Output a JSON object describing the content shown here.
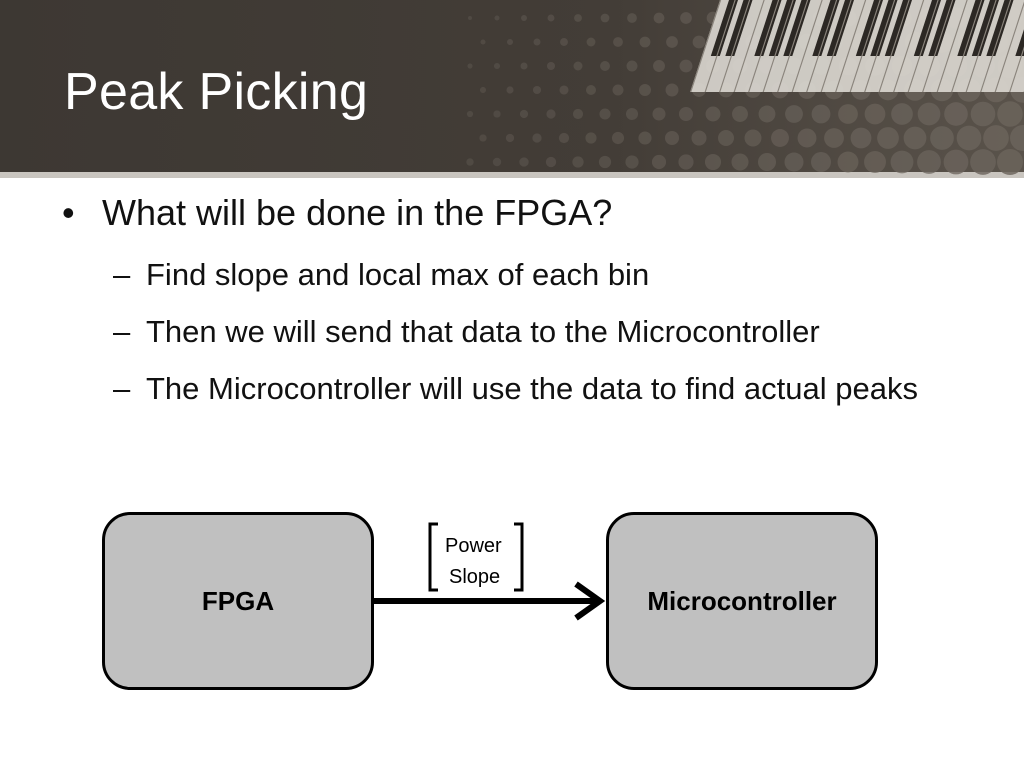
{
  "slide": {
    "title": "Peak Picking",
    "bullet_main": "What will be done in the FPGA?",
    "sub_bullets": [
      "Find slope and local max of each bin",
      "Then we will send that data to the Microcontroller",
      "The Microcontroller will use the data to find actual peaks"
    ]
  },
  "diagram": {
    "source": "FPGA",
    "target": "Microcontroller",
    "edge_labels": [
      "Power",
      "Slope"
    ]
  },
  "colors": {
    "header_bg": "#3f3a35",
    "box_fill": "#c0c0c0",
    "text": "#111111"
  }
}
